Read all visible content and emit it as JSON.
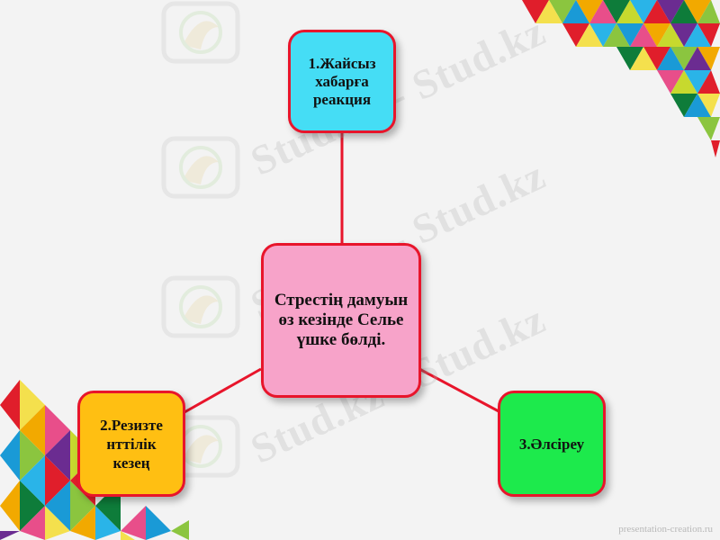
{
  "diagram": {
    "center": {
      "text": "Стрестің дамуын өз кезінде Селье үшке бөлді.",
      "fill": "#f7a3c9"
    },
    "nodes": [
      {
        "id": "top",
        "text": "1.Жайсыз хабарға реакция",
        "fill": "#45ddf5"
      },
      {
        "id": "left",
        "text": "2.Резизте нттілік кезең",
        "fill": "#ffbf12"
      },
      {
        "id": "right",
        "text": "3.Әлсіреу",
        "fill": "#1dea4c"
      }
    ],
    "border_color": "#e8152b",
    "connector_color": "#e8152b"
  },
  "watermark": {
    "text": "Stud.kz - Stud.kz"
  },
  "footer": {
    "text": "presentation-creation.ru"
  }
}
